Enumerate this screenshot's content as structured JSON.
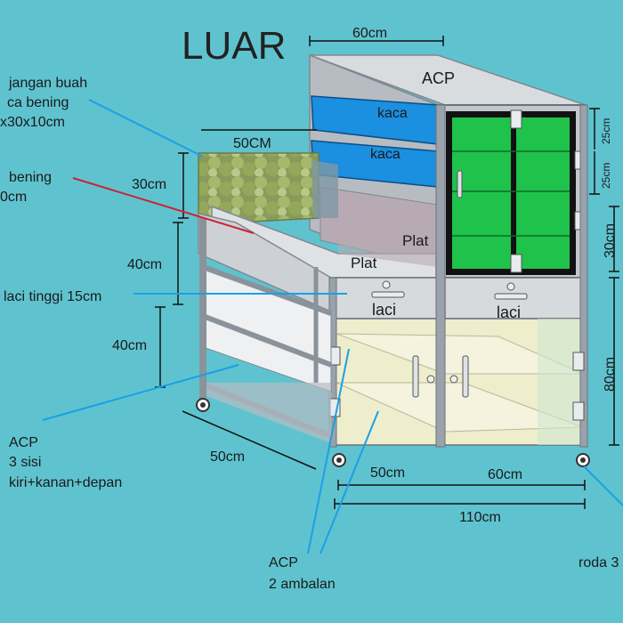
{
  "title": "LUAR",
  "colors": {
    "background": "#5fc3cf",
    "glass_blue": "#1b8fe0",
    "glass_green": "#1fc24a",
    "frame": "#9aa3ab",
    "panel_acp": "#eeeecd",
    "leader_blue": "#1aa0e6",
    "leader_red": "#cc2233"
  },
  "labels": {
    "top_width": "60cm",
    "acp_top": "ACP",
    "kaca1": "kaca",
    "kaca2": "kaca",
    "fifty_cm_top": "50CM",
    "thirty_cm_left": "30cm",
    "forty_cm_1": "40cm",
    "forty_cm_2": "40cm",
    "plat_right": "Plat",
    "plat_front": "Plat",
    "laci_left": "laci",
    "laci_right": "laci",
    "laci_tinggi": "laci tinggi 15cm",
    "v25a": "25cm",
    "v25b": "25cm",
    "v30": "30cm",
    "v80": "80cm",
    "width_50_bottom_left": "50cm",
    "width_50_bottom": "50cm",
    "width_60_bottom": "60cm",
    "width_110": "110cm",
    "acp_left_line1": "ACP",
    "acp_left_line2": "3 sisi",
    "acp_left_line3": "kiri+kanan+depan",
    "acp_bottom_line1": "ACP",
    "acp_bottom_line2": "2 ambalan",
    "roda": "roda 3",
    "partial_buah_line1": "jangan buah",
    "partial_buah_line2": "ca bening",
    "partial_buah_line3": "x30x10cm",
    "partial_bening_line1": "bening",
    "partial_bening_line2": "0cm"
  }
}
